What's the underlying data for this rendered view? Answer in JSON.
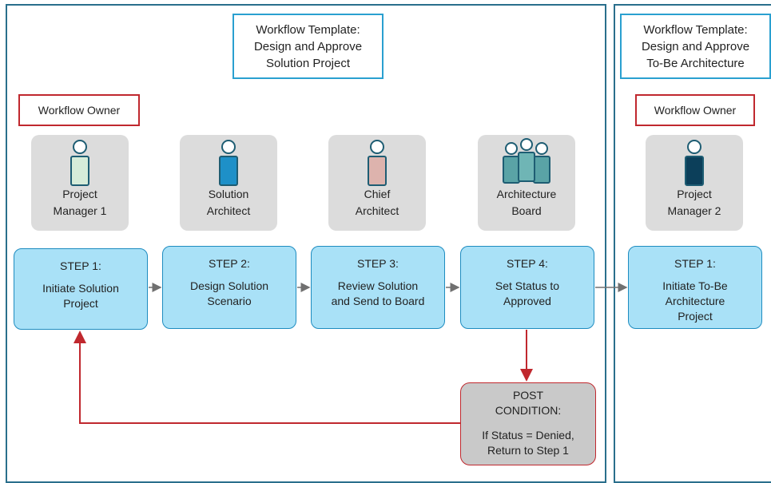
{
  "left_panel": {
    "title_lines": [
      "Workflow Template:",
      "Design and Approve",
      "Solution Project"
    ],
    "owner_label": "Workflow Owner",
    "roles": [
      {
        "lines": [
          "Project",
          "Manager 1"
        ],
        "icon": "person-icon",
        "color": "#d6ecd9"
      },
      {
        "lines": [
          "Solution",
          "Architect"
        ],
        "icon": "person-icon",
        "color": "#1e90c8"
      },
      {
        "lines": [
          "Chief",
          "Architect"
        ],
        "icon": "person-icon",
        "color": "#ddb3ad"
      },
      {
        "lines": [
          "Architecture",
          "Board"
        ],
        "icon": "group-icon",
        "color": "#5aa3a6"
      }
    ],
    "steps": [
      {
        "num": "STEP 1:",
        "lines": [
          "Initiate Solution",
          "Project"
        ]
      },
      {
        "num": "STEP 2:",
        "lines": [
          "Design Solution",
          "Scenario"
        ]
      },
      {
        "num": "STEP 3:",
        "lines": [
          "Review Solution",
          "and Send to Board"
        ]
      },
      {
        "num": "STEP 4:",
        "lines": [
          "Set Status to",
          "Approved"
        ]
      }
    ],
    "post_condition": {
      "title_lines": [
        "POST",
        "CONDITION:"
      ],
      "desc_lines": [
        "If Status = Denied,",
        "Return to Step 1"
      ]
    }
  },
  "right_panel": {
    "title_lines": [
      "Workflow Template:",
      "Design and Approve",
      "To-Be Architecture"
    ],
    "owner_label": "Workflow Owner",
    "role": {
      "lines": [
        "Project",
        "Manager 2"
      ],
      "icon": "person-icon",
      "color": "#0c3f5a"
    },
    "step": {
      "num": "STEP 1:",
      "lines": [
        "Initiate To-Be",
        "Architecture",
        "Project"
      ]
    }
  },
  "colors": {
    "panel_border": "#2a6f8c",
    "title_border": "#2aa0d0",
    "owner_border": "#c0282e",
    "step_fill": "#a9e1f7",
    "step_border": "#1e8cc0",
    "post_fill": "#c9c9c9",
    "loop_arrow": "#c0282e",
    "flow_arrow": "#707070"
  }
}
